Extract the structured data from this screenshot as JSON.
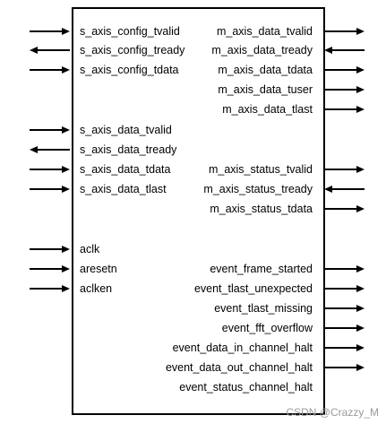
{
  "block": {
    "left_ports": [
      {
        "label": "s_axis_config_tvalid",
        "direction": "in"
      },
      {
        "label": "s_axis_config_tready",
        "direction": "out"
      },
      {
        "label": "s_axis_config_tdata",
        "direction": "in"
      },
      {
        "label": "s_axis_data_tvalid",
        "direction": "in"
      },
      {
        "label": "s_axis_data_tready",
        "direction": "out"
      },
      {
        "label": "s_axis_data_tdata",
        "direction": "in"
      },
      {
        "label": "s_axis_data_tlast",
        "direction": "in"
      },
      {
        "label": "aclk",
        "direction": "in"
      },
      {
        "label": "aresetn",
        "direction": "in"
      },
      {
        "label": "aclken",
        "direction": "in"
      }
    ],
    "right_ports": [
      {
        "label": "m_axis_data_tvalid",
        "direction": "out",
        "wire": true
      },
      {
        "label": "m_axis_data_tready",
        "direction": "in",
        "wire": true
      },
      {
        "label": "m_axis_data_tdata",
        "direction": "out",
        "wire": true
      },
      {
        "label": "m_axis_data_tuser",
        "direction": "out",
        "wire": true
      },
      {
        "label": "m_axis_data_tlast",
        "direction": "out",
        "wire": true
      },
      {
        "label": "m_axis_status_tvalid",
        "direction": "out",
        "wire": true
      },
      {
        "label": "m_axis_status_tready",
        "direction": "in",
        "wire": true
      },
      {
        "label": "m_axis_status_tdata",
        "direction": "out",
        "wire": true
      },
      {
        "label": "event_frame_started",
        "direction": "out",
        "wire": true
      },
      {
        "label": "event_tlast_unexpected",
        "direction": "out",
        "wire": true
      },
      {
        "label": "event_tlast_missing",
        "direction": "out",
        "wire": true
      },
      {
        "label": "event_fft_overflow",
        "direction": "out",
        "wire": true
      },
      {
        "label": "event_data_in_channel_halt",
        "direction": "out",
        "wire": true
      },
      {
        "label": "event_data_out_channel_halt",
        "direction": "out",
        "wire": true
      },
      {
        "label": "event_status_channel_halt",
        "direction": "out",
        "wire": false
      }
    ]
  },
  "watermark": "CSDN @Crazzy_M",
  "colors": {
    "line": "#000000",
    "watermark": "#9a9a9a"
  }
}
